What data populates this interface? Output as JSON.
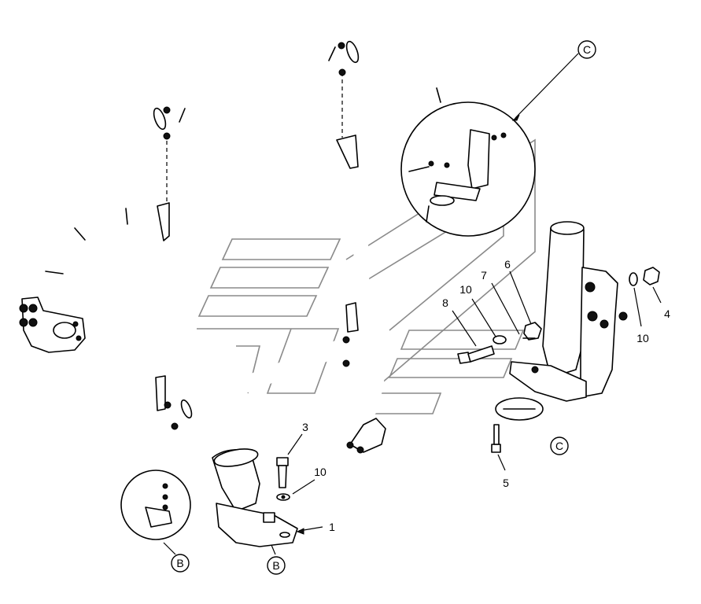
{
  "diagram": {
    "callouts": {
      "c_top": "C",
      "c_bottom": "C",
      "b_left": "B",
      "b_mid": "B"
    },
    "part_numbers": {
      "p1": "1",
      "p3": "3",
      "p4": "4",
      "p5": "5",
      "p6": "6",
      "p7": "7",
      "p8": "8",
      "p10_mid": "10",
      "p10_right": "10",
      "p10_lower": "10"
    }
  },
  "colors": {
    "line": "#000000",
    "watermark": "#8a8a8a",
    "background": "#ffffff"
  }
}
